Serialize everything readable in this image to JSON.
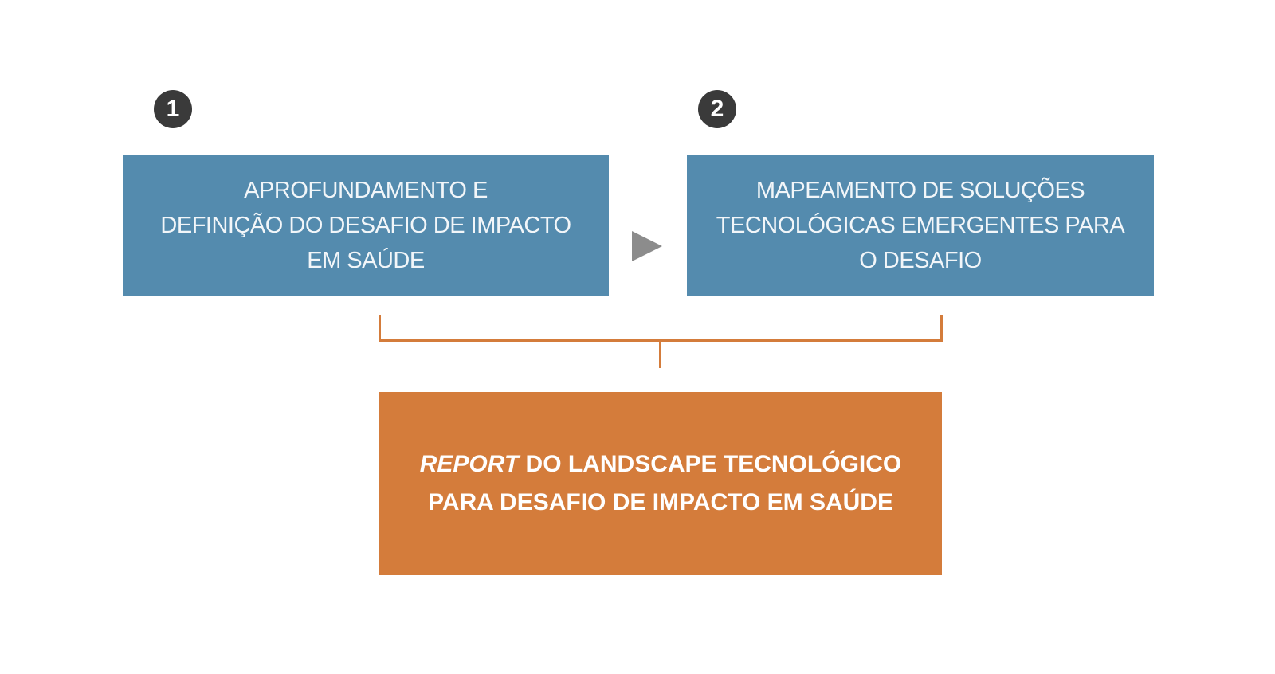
{
  "steps": [
    {
      "number": "1",
      "lines": [
        "APROFUNDAMENTO E",
        "DEFINIÇÃO DO DESAFIO DE IMPACTO",
        "EM SAÚDE"
      ]
    },
    {
      "number": "2",
      "lines": [
        "MAPEAMENTO  DE SOLUÇÕES",
        "TECNOLÓGICAS EMERGENTES PARA",
        "O DESAFIO"
      ]
    }
  ],
  "report": {
    "italic": "REPORT",
    "line1_rest": " DO LANDSCAPE TECNOLÓGICO",
    "line2": "PARA DESAFIO DE IMPACTO EM SAÚDE"
  },
  "colors": {
    "blue": "#548bae",
    "orange": "#d47c3b",
    "badge": "#3a3a3a",
    "arrow": "#8c8c8c"
  }
}
